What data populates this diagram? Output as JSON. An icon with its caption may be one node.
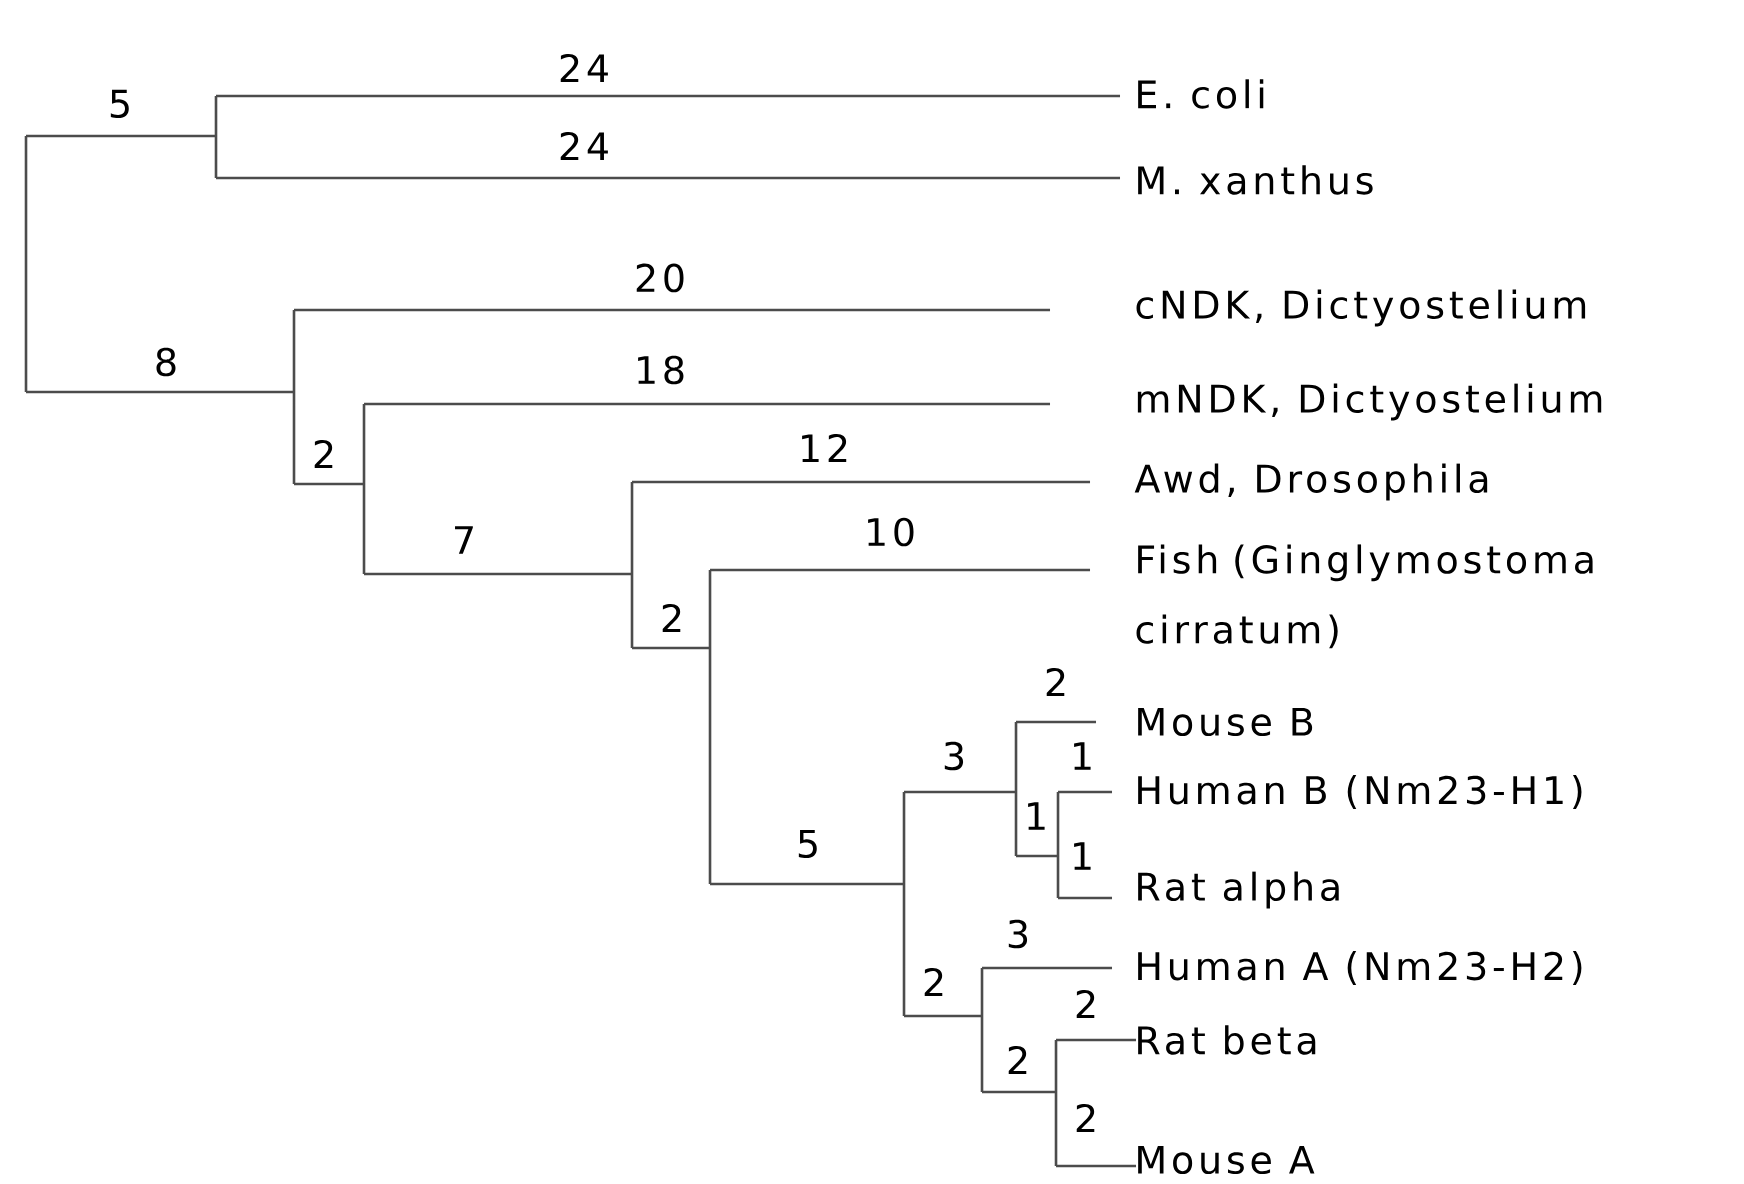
{
  "diagram": {
    "labels": [
      "5",
      "24",
      "E. coli",
      "24",
      "M. xanthus",
      "8",
      "20",
      "cNDK, Dictyostelium",
      "2",
      "18",
      "mNDK, Dictyostelium",
      "7",
      "12",
      "Awd, Drosophila",
      "2",
      "10",
      "Fish (Ginglymostoma cirratum)",
      "5",
      "3",
      "2",
      "Mouse B",
      "1",
      "1",
      "Human B (Nm23-H1)",
      "1",
      "Rat alpha",
      "2",
      "3",
      "Human A (Nm23-H2)",
      "2",
      "2",
      "Rat beta",
      "2",
      "Mouse A"
    ]
  }
}
